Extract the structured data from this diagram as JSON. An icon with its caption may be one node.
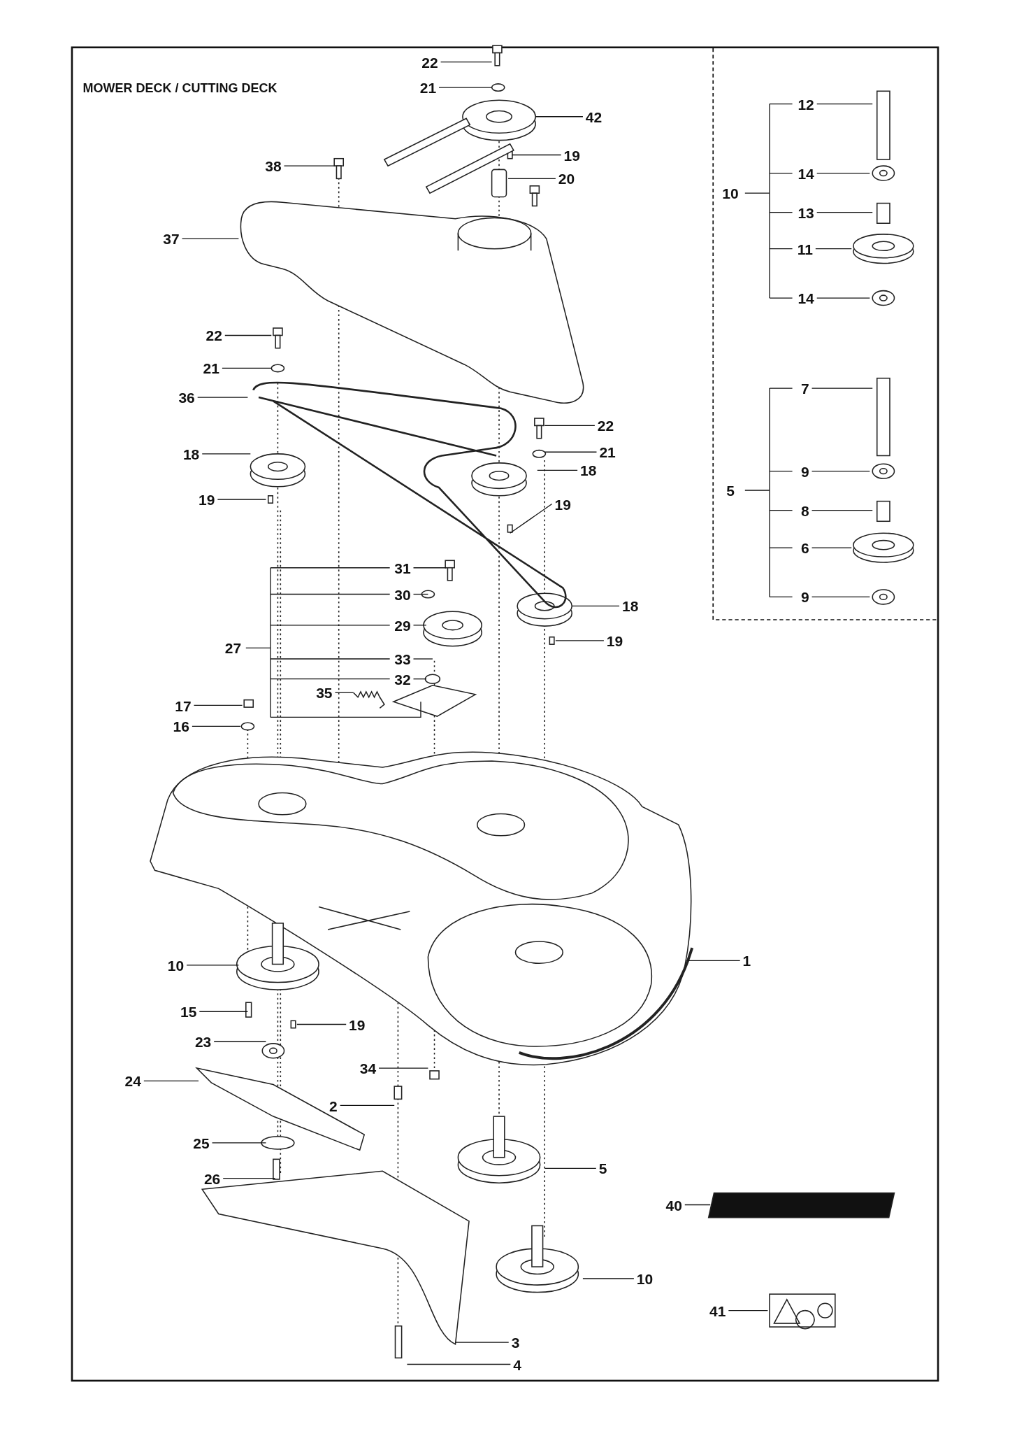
{
  "diagram": {
    "title": "MOWER DECK / CUTTING DECK",
    "nodes": [
      {
        "text": [
          "22"
        ]
      },
      {
        "text": [
          "21"
        ]
      },
      {
        "text": [
          "42"
        ]
      },
      {
        "text": [
          "19"
        ]
      },
      {
        "text": [
          "20"
        ]
      },
      {
        "text": [
          "38"
        ]
      },
      {
        "text": [
          "37"
        ]
      },
      {
        "text": [
          "22"
        ]
      },
      {
        "text": [
          "21"
        ]
      },
      {
        "text": [
          "36"
        ]
      },
      {
        "text": [
          "22"
        ]
      },
      {
        "text": [
          "21"
        ]
      },
      {
        "text": [
          "18"
        ]
      },
      {
        "text": [
          "18"
        ]
      },
      {
        "text": [
          "19"
        ]
      },
      {
        "text": [
          "19"
        ]
      },
      {
        "text": [
          "31"
        ]
      },
      {
        "text": [
          "30"
        ]
      },
      {
        "text": [
          "29"
        ]
      },
      {
        "text": [
          "27"
        ]
      },
      {
        "text": [
          "33"
        ]
      },
      {
        "text": [
          "32"
        ]
      },
      {
        "text": [
          "35"
        ]
      },
      {
        "text": [
          "18"
        ]
      },
      {
        "text": [
          "19"
        ]
      },
      {
        "text": [
          "17"
        ]
      },
      {
        "text": [
          "16"
        ]
      },
      {
        "text": [
          "1"
        ]
      },
      {
        "text": [
          "10"
        ]
      },
      {
        "text": [
          "15"
        ]
      },
      {
        "text": [
          "19"
        ]
      },
      {
        "text": [
          "23"
        ]
      },
      {
        "text": [
          "24"
        ]
      },
      {
        "text": [
          "34"
        ]
      },
      {
        "text": [
          "2"
        ]
      },
      {
        "text": [
          "25"
        ]
      },
      {
        "text": [
          "26"
        ]
      },
      {
        "text": [
          "5"
        ]
      },
      {
        "text": [
          "40"
        ]
      },
      {
        "text": [
          "10"
        ]
      },
      {
        "text": [
          "41"
        ]
      },
      {
        "text": [
          "3"
        ]
      },
      {
        "text": [
          "4"
        ]
      },
      {
        "text": [
          "10"
        ]
      },
      {
        "text": [
          "12"
        ]
      },
      {
        "text": [
          "14"
        ]
      },
      {
        "text": [
          "13"
        ]
      },
      {
        "text": [
          "11"
        ]
      },
      {
        "text": [
          "14"
        ]
      },
      {
        "text": [
          "5"
        ]
      },
      {
        "text": [
          "7"
        ]
      },
      {
        "text": [
          "9"
        ]
      },
      {
        "text": [
          "8"
        ]
      },
      {
        "text": [
          "6"
        ]
      },
      {
        "text": [
          "9"
        ]
      }
    ],
    "edges": [
      {
        "from": 0,
        "to": null,
        "arrow": "none"
      },
      {
        "from": 1,
        "to": null,
        "arrow": "none"
      },
      {
        "from": 2,
        "to": null,
        "arrow": "none"
      },
      {
        "from": 3,
        "to": null,
        "arrow": "none"
      },
      {
        "from": 4,
        "to": null,
        "arrow": "none"
      },
      {
        "from": 5,
        "to": null,
        "arrow": "none"
      },
      {
        "from": 6,
        "to": null,
        "arrow": "none"
      },
      {
        "from": 7,
        "to": null,
        "arrow": "none"
      },
      {
        "from": 8,
        "to": null,
        "arrow": "none"
      },
      {
        "from": 9,
        "to": null,
        "arrow": "none"
      },
      {
        "from": 10,
        "to": null,
        "arrow": "none"
      },
      {
        "from": 11,
        "to": null,
        "arrow": "none"
      },
      {
        "from": 12,
        "to": null,
        "arrow": "none"
      },
      {
        "from": 13,
        "to": null,
        "arrow": "none"
      },
      {
        "from": 14,
        "to": null,
        "arrow": "none"
      },
      {
        "from": 15,
        "to": null,
        "arrow": "none"
      },
      {
        "from": 16,
        "to": null,
        "arrow": "none"
      },
      {
        "from": 17,
        "to": null,
        "arrow": "none"
      },
      {
        "from": 18,
        "to": null,
        "arrow": "none"
      },
      {
        "from": 20,
        "to": null,
        "arrow": "none"
      },
      {
        "from": 21,
        "to": null,
        "arrow": "none"
      },
      {
        "from": 22,
        "to": null,
        "arrow": "none"
      },
      {
        "from": 23,
        "to": null,
        "arrow": "none"
      },
      {
        "from": 24,
        "to": null,
        "arrow": "none"
      },
      {
        "from": 25,
        "to": null,
        "arrow": "none"
      },
      {
        "from": 26,
        "to": null,
        "arrow": "none"
      },
      {
        "from": 27,
        "to": null,
        "arrow": "none"
      },
      {
        "from": 28,
        "to": null,
        "arrow": "none"
      },
      {
        "from": 29,
        "to": null,
        "arrow": "none"
      },
      {
        "from": 30,
        "to": null,
        "arrow": "none"
      },
      {
        "from": 31,
        "to": null,
        "arrow": "none"
      },
      {
        "from": 32,
        "to": null,
        "arrow": "none"
      },
      {
        "from": 33,
        "to": null,
        "arrow": "none"
      },
      {
        "from": 34,
        "to": null,
        "arrow": "none"
      },
      {
        "from": 35,
        "to": null,
        "arrow": "none"
      },
      {
        "from": 36,
        "to": null,
        "arrow": "none"
      },
      {
        "from": 37,
        "to": null,
        "arrow": "none"
      },
      {
        "from": 38,
        "to": null,
        "arrow": "none"
      },
      {
        "from": 39,
        "to": null,
        "arrow": "none"
      },
      {
        "from": 40,
        "to": null,
        "arrow": "none"
      },
      {
        "from": 41,
        "to": null,
        "arrow": "none"
      },
      {
        "from": 42,
        "to": null,
        "arrow": "none"
      },
      {
        "from": 44,
        "to": null,
        "arrow": "none"
      },
      {
        "from": 45,
        "to": null,
        "arrow": "none"
      },
      {
        "from": 46,
        "to": null,
        "arrow": "none"
      },
      {
        "from": 47,
        "to": null,
        "arrow": "none"
      },
      {
        "from": 48,
        "to": null,
        "arrow": "none"
      },
      {
        "from": 50,
        "to": null,
        "arrow": "none"
      },
      {
        "from": 51,
        "to": null,
        "arrow": "none"
      },
      {
        "from": 52,
        "to": null,
        "arrow": "none"
      },
      {
        "from": 53,
        "to": null,
        "arrow": "none"
      },
      {
        "from": 54,
        "to": null,
        "arrow": "none"
      }
    ]
  }
}
